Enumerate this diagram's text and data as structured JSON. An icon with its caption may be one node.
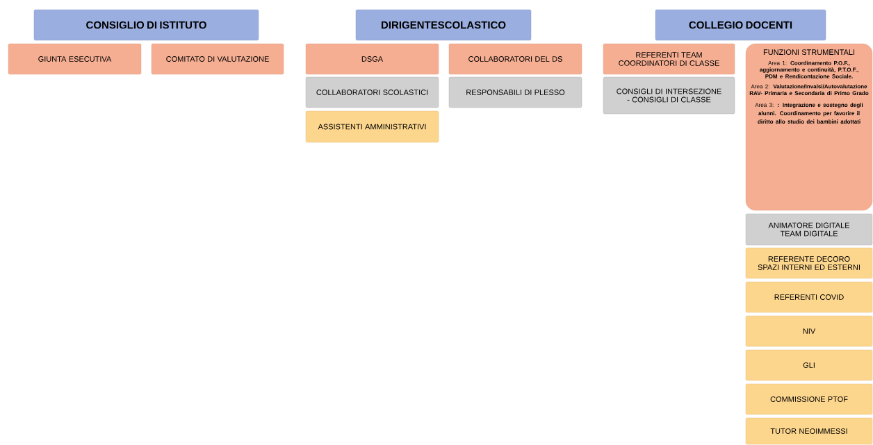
{
  "diagram": {
    "nodes": [
      {
        "text": [
          "CONSIGLIO DI ISTITUTO"
        ]
      },
      {
        "text": [
          "GIUNTA ESECUTIVA"
        ]
      },
      {
        "text": [
          "COMITATO DI VALUTAZIONE"
        ]
      },
      {
        "text": [
          "DIRIGENTESCOLASTICO"
        ]
      },
      {
        "text": [
          "DSGA"
        ]
      },
      {
        "text": [
          "COLLABORATORI DEL DS"
        ]
      },
      {
        "text": [
          "COLLABORATORI SCOLASTICI"
        ]
      },
      {
        "text": [
          "RESPONSABILI DI PLESSO"
        ]
      },
      {
        "text": [
          "ASSISTENTI AMMINISTRATIVI"
        ]
      },
      {
        "text": [
          "COLLEGIO DOCENTI"
        ]
      },
      {
        "text": [
          "REFERENTI TEAM COORDINATORI DI CLASSE"
        ]
      },
      {
        "text": [
          "FUNZIONI STRUMENTALI",
          "Area 1: **Coordinamento P.O.F., aggiornamento e continuità, P.T.O.F., PDM e Rendicontazione Sociale.**",
          "Area 2: **Valutazione/Invalsi/Autovalutazione RAV- Primaria e Secondaria di Primo Grado**",
          "Area 3: **: Integrazione e sostegno degli alunni. Coordinamento per favorire il diritto allo studio dei bambini adottati**"
        ]
      },
      {
        "text": [
          "CONSIGLI DI INTERSEZIONE - CONSIGLI DI CLASSE"
        ]
      },
      {
        "text": [
          "ANIMATORE DIGITALE TEAM DIGITALE"
        ]
      },
      {
        "text": [
          "REFERENTE DECORO SPAZI INTERNI ED ESTERNI"
        ]
      },
      {
        "text": [
          "REFERENTI COVID"
        ]
      },
      {
        "text": [
          "NIV"
        ]
      },
      {
        "text": [
          "GLI"
        ]
      },
      {
        "text": [
          "COMMISSIONE PTOF"
        ]
      },
      {
        "text": [
          "TUTOR NEOIMMESSI"
        ]
      }
    ]
  }
}
